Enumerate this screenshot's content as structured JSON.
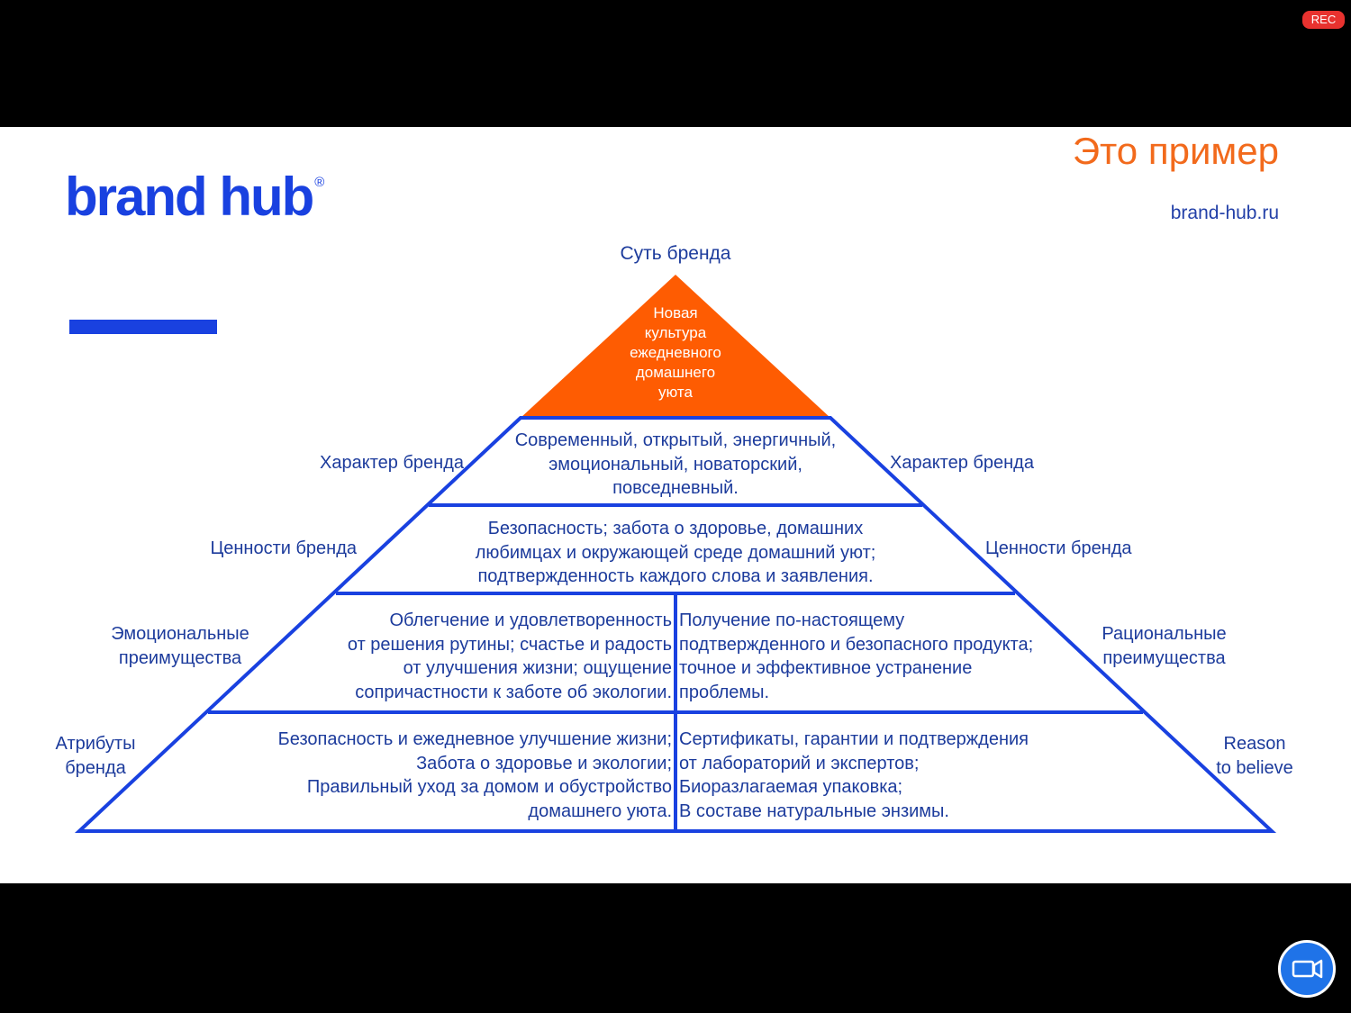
{
  "recording_badge": "REC",
  "slide": {
    "logo": {
      "text": "brand hub",
      "registered": "®"
    },
    "headline": "Это пример",
    "website": "brand-hub.ru",
    "pyramid": {
      "top_label": "Суть бренда",
      "essence": [
        "Новая",
        "культура",
        "ежедневного",
        "домашнего",
        "уюта"
      ],
      "character": {
        "label_left": "Характер бренда",
        "label_right": "Характер бренда",
        "lines": [
          "Современный, открытый, энергичный,",
          "эмоциональный, новаторский,",
          "повседневный."
        ]
      },
      "values": {
        "label_left": "Ценности бренда",
        "label_right": "Ценности бренда",
        "lines": [
          "Безопасность; забота о здоровье, домашних",
          "любимцах и окружающей среде домашний уют;",
          "подтвержденность каждого слова и заявления."
        ]
      },
      "benefits": {
        "label_left": [
          "Эмоциональные",
          "преимущества"
        ],
        "label_right": [
          "Рациональные",
          "преимущества"
        ],
        "emotional_lines": [
          "Облегчение и удовлетворенность",
          "от решения рутины; счастье и радость",
          "от улучшения жизни; ощущение",
          "сопричастности к заботе об экологии."
        ],
        "rational_lines": [
          "Получение по-настоящему",
          "подтвержденного и безопасного продукта;",
          "точное и эффективное устранение",
          "проблемы."
        ]
      },
      "attributes": {
        "label_left": [
          "Атрибуты",
          "бренда"
        ],
        "label_right": [
          "Reason",
          "to believe"
        ],
        "attribute_lines": [
          "Безопасность и ежедневное улучшение жизни;",
          "Забота о здоровье и экологии;",
          "Правильный уход за домом и обустройство",
          "домашнего уюта."
        ],
        "reason_lines": [
          "Сертификаты, гарантии и подтверждения",
          "от лабораторий и экспертов;",
          "Биоразлагаемая упаковка;",
          "В составе натуральные энзимы."
        ]
      }
    }
  },
  "colors": {
    "brand_blue": "#1941e0",
    "accent_orange": "#fe5c02",
    "text_blue": "#1c3b9c",
    "headline_orange": "#f26a1c",
    "rec_red": "#e8322f",
    "fab_blue": "#1f73e8"
  },
  "icons": {
    "video_button": "video-camera-icon"
  }
}
